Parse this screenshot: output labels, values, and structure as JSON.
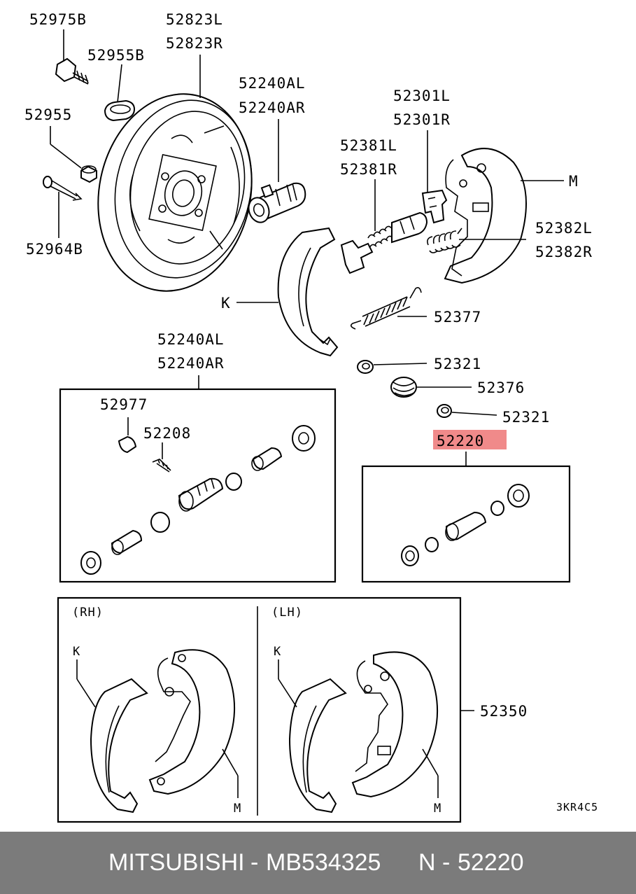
{
  "labels": {
    "l52975b": "52975B",
    "l52823l": "52823L",
    "l52823r": "52823R",
    "l52955b": "52955B",
    "l52955": "52955",
    "l52964b": "52964B",
    "l52240al_top": "52240AL",
    "l52240ar_top": "52240AR",
    "l52301l": "52301L",
    "l52301r": "52301R",
    "l52381l": "52381L",
    "l52381r": "52381R",
    "l_m_top": "M",
    "l52382l": "52382L",
    "l52382r": "52382R",
    "l_k_top": "K",
    "l52377": "52377",
    "l52240al_kit": "52240AL",
    "l52240ar_kit": "52240AR",
    "l52321a": "52321",
    "l52376": "52376",
    "l52321b": "52321",
    "l52977": "52977",
    "l52208": "52208",
    "l52220": "52220",
    "l_rh": "(RH)",
    "l_lh": "(LH)",
    "l_k_rh": "K",
    "l_k_lh": "K",
    "l_m_rh": "M",
    "l_m_lh": "M",
    "l52350": "52350",
    "l_code": "3KR4C5"
  },
  "highlight_color": "#f08a8a",
  "footer": {
    "brand": "MITSUBISHI",
    "dash1": "-",
    "part_number": "MB534325",
    "n_label": "N",
    "dash2": "-",
    "ref_number": "52220"
  }
}
